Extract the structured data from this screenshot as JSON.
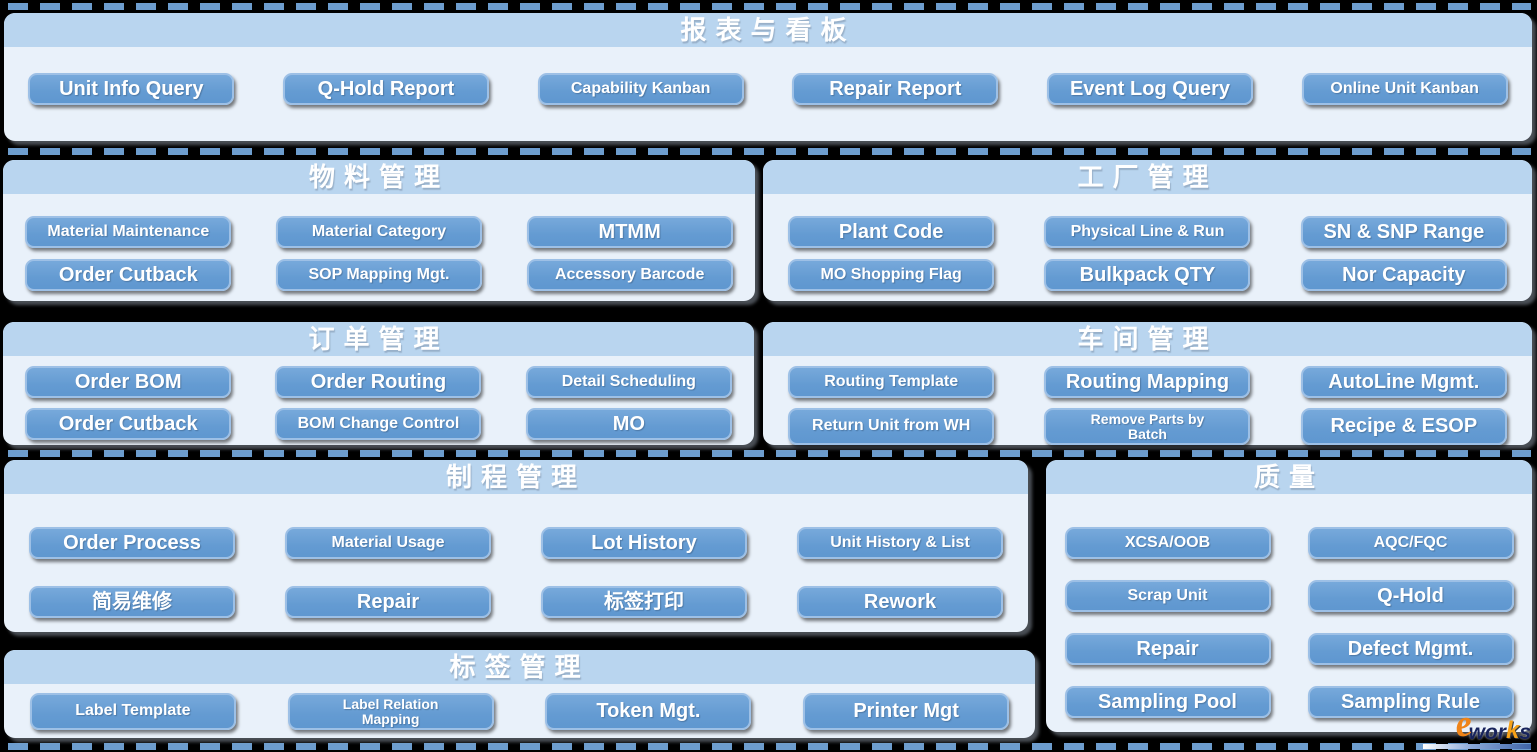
{
  "canvas": {
    "background": "#000000",
    "dash_color": "#6d9dce",
    "section_header_bg": "#b9d5ef",
    "section_body_bg": "#e9f1fa",
    "button_bg": "#649bd2",
    "button_border": "#9dc0e6",
    "button_text_color": "#ffffff",
    "title_text_color": "#ffffff"
  },
  "sections": {
    "reports": {
      "title": "报表与看板",
      "rows": [
        [
          {
            "label": "Unit Info Query"
          },
          {
            "label": "Q-Hold Report"
          },
          {
            "label": "Capability Kanban"
          },
          {
            "label": "Repair Report"
          },
          {
            "label": "Event Log Query"
          },
          {
            "label": "Online Unit Kanban"
          }
        ]
      ]
    },
    "material": {
      "title": "物料管理",
      "rows": [
        [
          {
            "label": "Material Maintenance"
          },
          {
            "label": "Material Category"
          },
          {
            "label": "MTMM"
          }
        ],
        [
          {
            "label": "Order Cutback"
          },
          {
            "label": "SOP Mapping Mgt."
          },
          {
            "label": "Accessory Barcode"
          }
        ]
      ]
    },
    "plant": {
      "title": "工厂管理",
      "rows": [
        [
          {
            "label": "Plant Code"
          },
          {
            "label": "Physical Line & Run"
          },
          {
            "label": "SN & SNP Range"
          }
        ],
        [
          {
            "label": "MO Shopping Flag"
          },
          {
            "label": "Bulkpack QTY"
          },
          {
            "label": "Nor Capacity"
          }
        ]
      ]
    },
    "order": {
      "title": "订单管理",
      "rows": [
        [
          {
            "label": "Order BOM"
          },
          {
            "label": "Order Routing"
          },
          {
            "label": "Detail Scheduling"
          }
        ],
        [
          {
            "label": "Order Cutback"
          },
          {
            "label": "BOM Change Control"
          },
          {
            "label": "MO"
          }
        ]
      ]
    },
    "workshop": {
      "title": "车间管理",
      "rows": [
        [
          {
            "label": "Routing Template"
          },
          {
            "label": "Routing Mapping"
          },
          {
            "label": "AutoLine Mgmt."
          }
        ],
        [
          {
            "label": "Return Unit from WH"
          },
          {
            "label": "Remove Parts by\nBatch"
          },
          {
            "label": "Recipe & ESOP"
          }
        ]
      ]
    },
    "process": {
      "title": "制程管理",
      "rows": [
        [
          {
            "label": "Order Process"
          },
          {
            "label": "Material Usage"
          },
          {
            "label": "Lot History"
          },
          {
            "label": "Unit History & List"
          }
        ],
        [
          {
            "label": "简易维修"
          },
          {
            "label": "Repair"
          },
          {
            "label": "标签打印"
          },
          {
            "label": "Rework"
          }
        ]
      ]
    },
    "quality": {
      "title": "质量",
      "rows": [
        [
          {
            "label": "XCSA/OOB"
          },
          {
            "label": "AQC/FQC"
          }
        ],
        [
          {
            "label": "Scrap Unit"
          },
          {
            "label": "Q-Hold"
          }
        ],
        [
          {
            "label": "Repair"
          },
          {
            "label": "Defect Mgmt."
          }
        ],
        [
          {
            "label": "Sampling Pool"
          },
          {
            "label": "Sampling Rule"
          }
        ]
      ]
    },
    "label": {
      "title": "标签管理",
      "rows": [
        [
          {
            "label": "Label Template"
          },
          {
            "label": "Label Relation\nMapping"
          },
          {
            "label": "Token Mgt."
          },
          {
            "label": "Printer Mgt"
          }
        ]
      ]
    }
  },
  "watermark": {
    "name": "e-works",
    "e": "e",
    "wor": "wor",
    "k": "k",
    "s": "s",
    "orange": "#ef8418",
    "navy": "#17235c"
  }
}
